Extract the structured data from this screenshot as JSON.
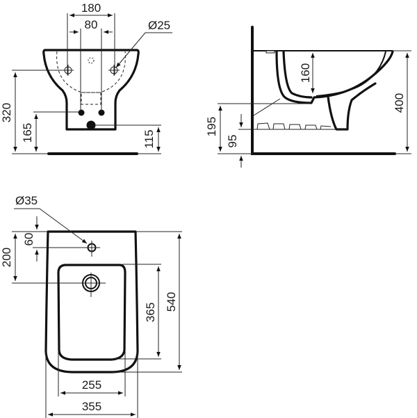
{
  "drawing": {
    "subject": "wall-hung bidet technical drawing",
    "units": "mm",
    "line_color": "#111111",
    "background": "#ffffff"
  },
  "front_view": {
    "dimensions": {
      "tap_spacing_outer": "180",
      "tap_spacing_inner": "80",
      "fixing_hole_diameter": "Ø25",
      "fixing_height": "320",
      "inlet_height": "165",
      "waste_height": "115"
    }
  },
  "side_view": {
    "dimensions": {
      "bowl_depth": "160",
      "total_height": "400",
      "waste_outlet_height": "195",
      "floor_clearance": "95"
    }
  },
  "top_view": {
    "dimensions": {
      "tap_hole_diameter": "Ø35",
      "tap_hole_from_wall": "60",
      "waste_from_wall": "200",
      "bowl_length": "365",
      "total_length": "540",
      "bowl_width": "255",
      "total_width": "355"
    }
  }
}
